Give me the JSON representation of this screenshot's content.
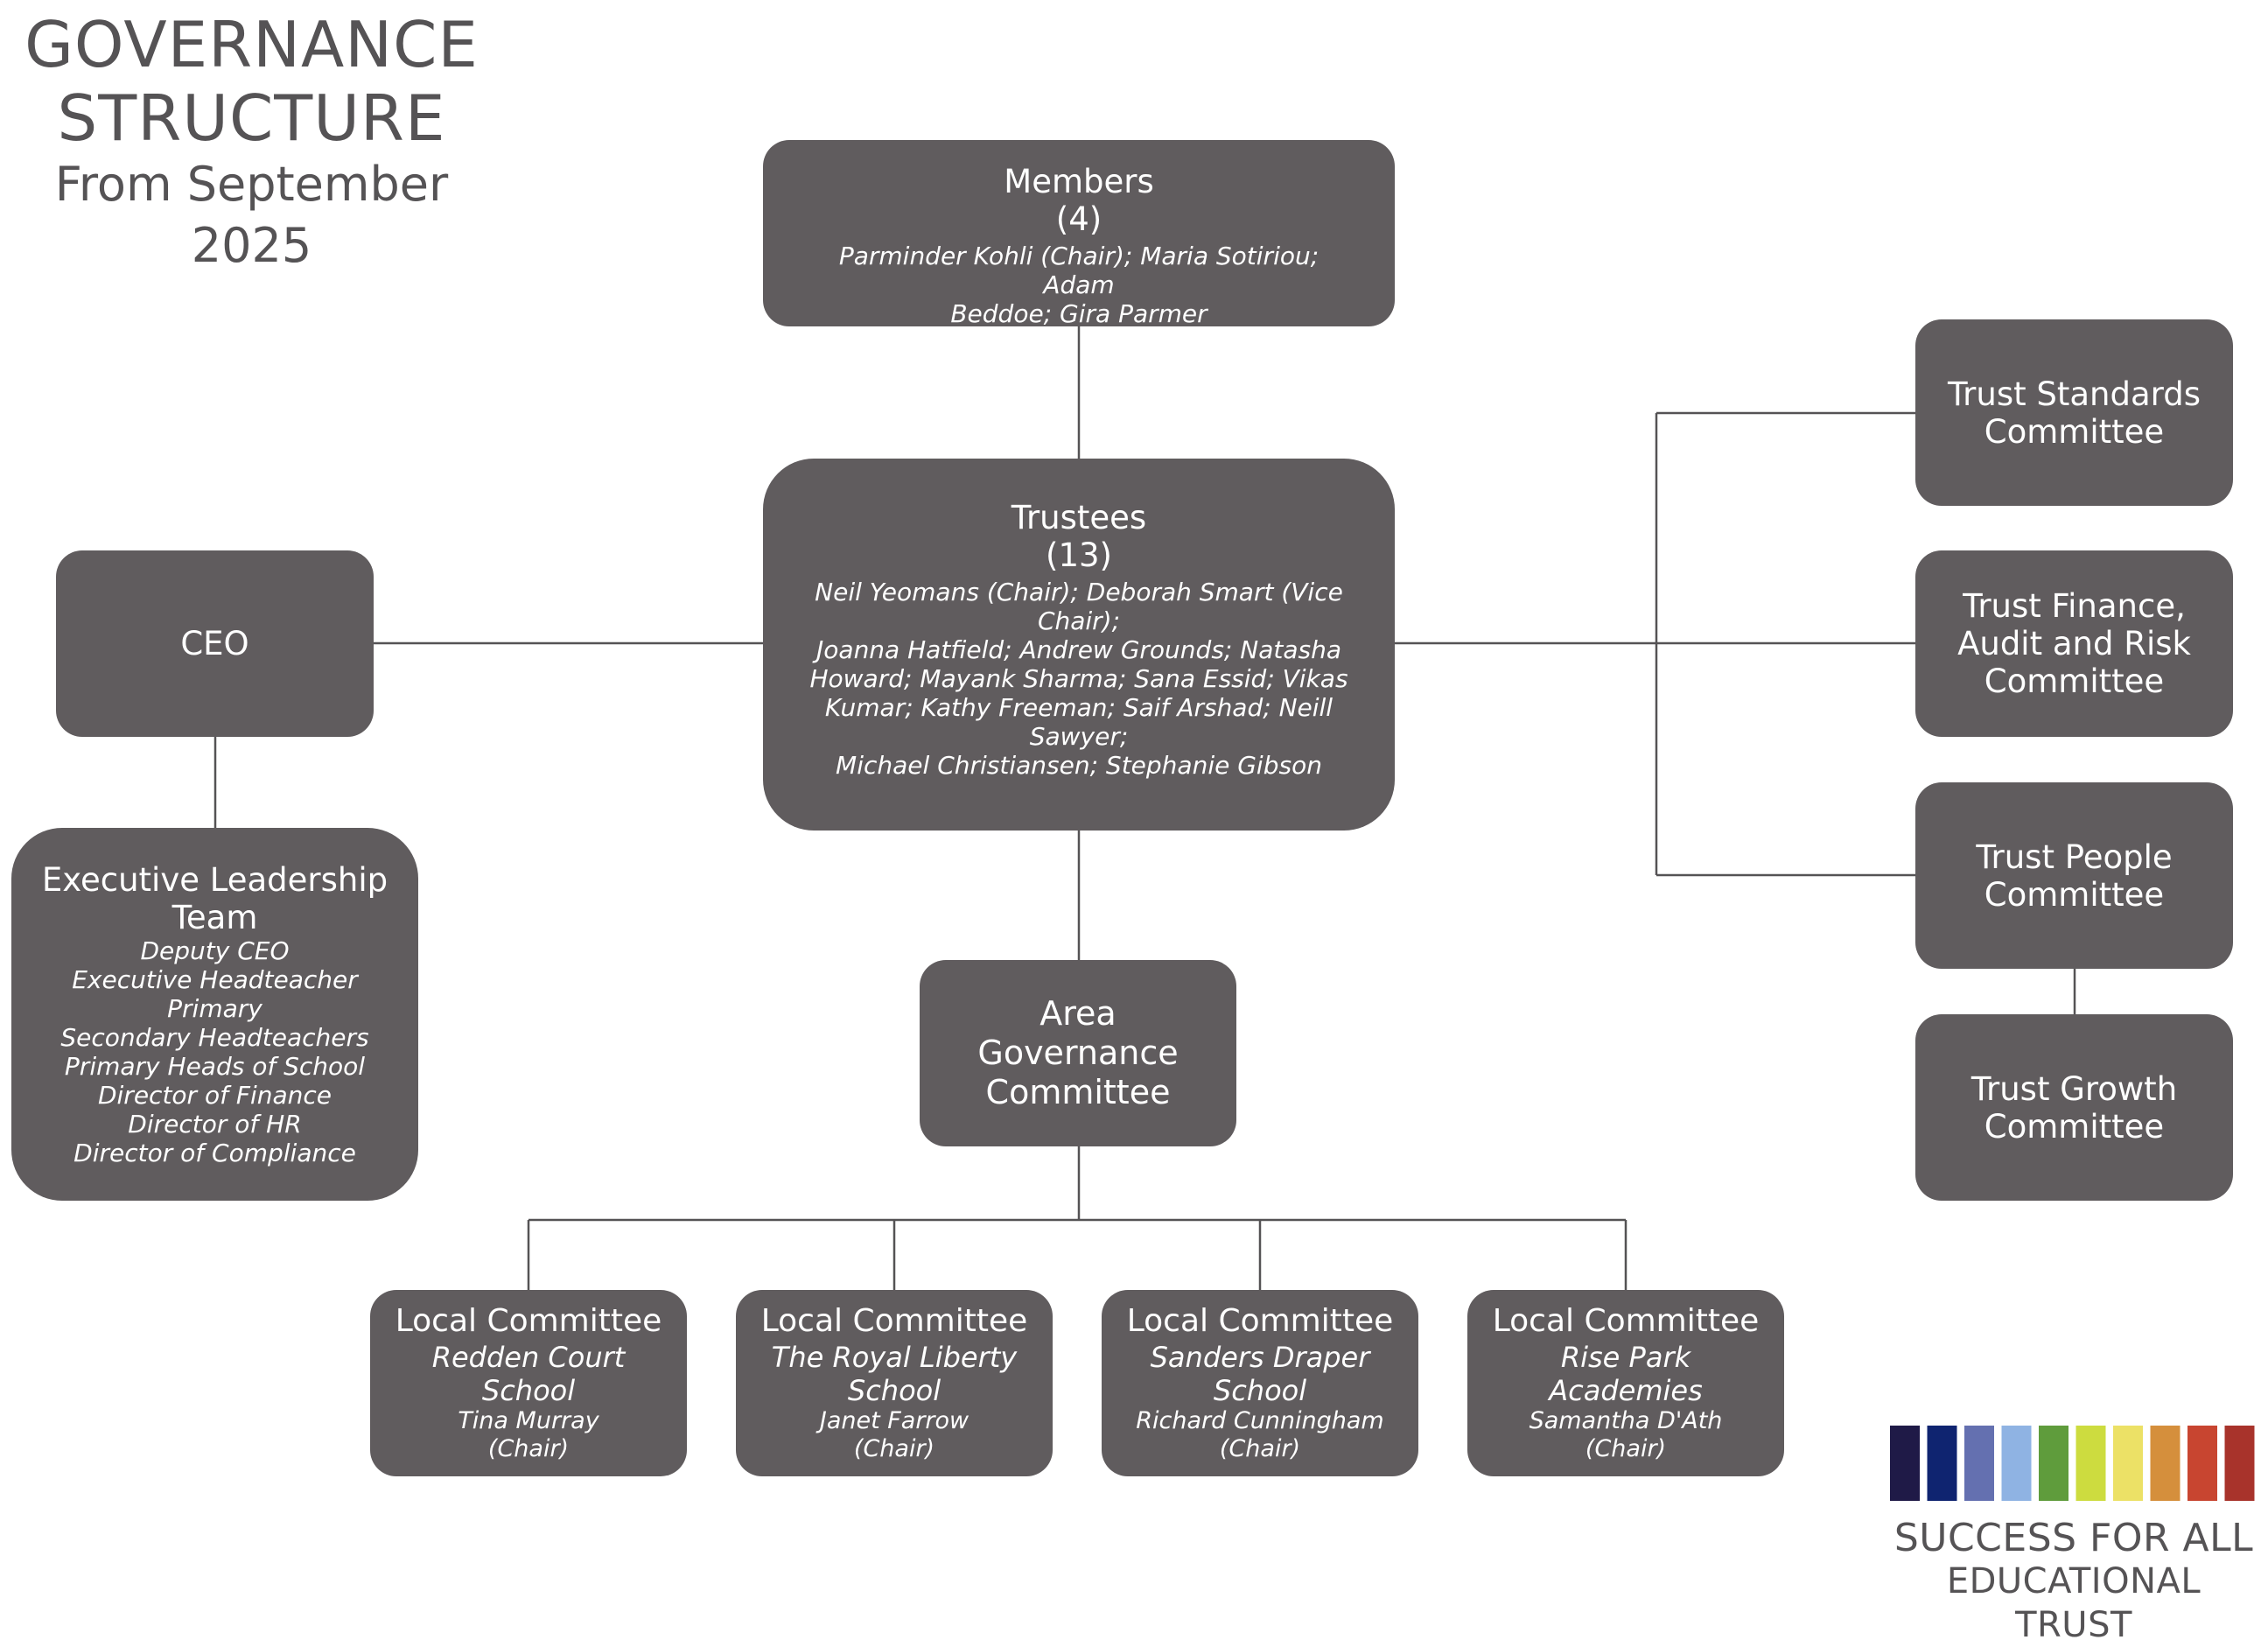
{
  "header": {
    "title_line1": "GOVERNANCE",
    "title_line2": "STRUCTURE",
    "subtitle": "From September 2025"
  },
  "members": {
    "title": "Members",
    "count": "(4)",
    "names_line1": "Parminder Kohli (Chair); Maria Sotiriou; Adam",
    "names_line2": "Beddoe; Gira Parmer"
  },
  "trustees": {
    "title": "Trustees",
    "count": "(13)",
    "names": [
      "Neil Yeomans (Chair); Deborah Smart (Vice Chair);",
      "Joanna Hatfield; Andrew Grounds; Natasha",
      "Howard; Mayank Sharma; Sana Essid; Vikas",
      "Kumar; Kathy Freeman; Saif Arshad; Neill Sawyer;",
      "Michael Christiansen; Stephanie Gibson"
    ]
  },
  "ceo": {
    "title": "CEO"
  },
  "executive_leadership": {
    "title_line1": "Executive Leadership",
    "title_line2": "Team",
    "roles": [
      "Deputy CEO",
      "Executive Headteacher",
      "Primary",
      "Secondary Headteachers",
      "Primary Heads of School",
      "Director of Finance",
      "Director of HR",
      "Director of Compliance"
    ]
  },
  "area_governance": {
    "line1": "Area",
    "line2": "Governance",
    "line3": "Committee"
  },
  "trust_committees": [
    {
      "line1": "Trust Standards",
      "line2": "Committee",
      "line3": ""
    },
    {
      "line1": "Trust Finance,",
      "line2": "Audit and Risk",
      "line3": "Committee"
    },
    {
      "line1": "Trust People",
      "line2": "Committee",
      "line3": ""
    },
    {
      "line1": "Trust Growth",
      "line2": "Committee",
      "line3": ""
    }
  ],
  "local_committees": [
    {
      "title": "Local Committee",
      "school_line1": "Redden Court",
      "school_line2": "School",
      "chair_name": "Tina Murray",
      "chair_label": "(Chair)"
    },
    {
      "title": "Local Committee",
      "school_line1": "The Royal Liberty",
      "school_line2": "School",
      "chair_name": "Janet Farrow",
      "chair_label": "(Chair)"
    },
    {
      "title": "Local Committee",
      "school_line1": "Sanders Draper",
      "school_line2": "School",
      "chair_name": "Richard Cunningham",
      "chair_label": "(Chair)"
    },
    {
      "title": "Local Committee",
      "school_line1": "Rise Park",
      "school_line2": "Academies",
      "chair_name": "Samantha D'Ath",
      "chair_label": "(Chair)"
    }
  ],
  "logo": {
    "line1": "SUCCESS FOR ALL",
    "line2": "EDUCATIONAL TRUST",
    "bar_colors": [
      "#1f1a47",
      "#0f2470",
      "#6470b0",
      "#8fb3e3",
      "#5f9c3c",
      "#cddc3f",
      "#ece166",
      "#d58f3c",
      "#c84530",
      "#a8332b"
    ]
  },
  "colors": {
    "box": "#605c5e",
    "connector": "#555355",
    "heading_text": "#555355"
  }
}
